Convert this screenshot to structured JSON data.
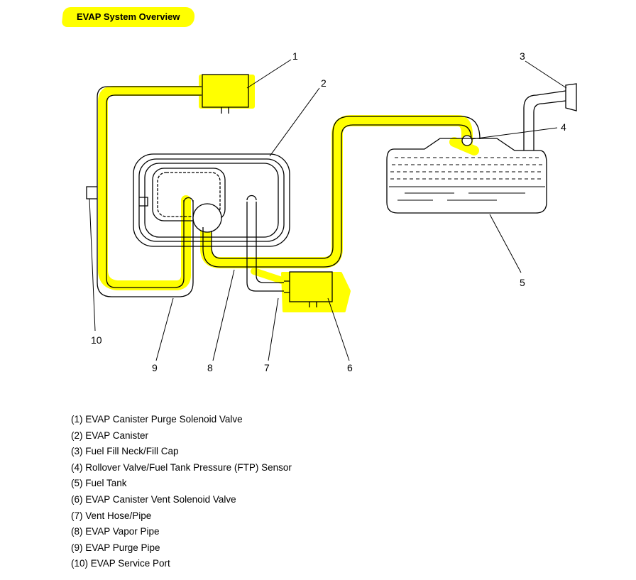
{
  "title": "EVAP System Overview",
  "colors": {
    "highlight": "#ffff00",
    "line": "#000000",
    "background": "#ffffff"
  },
  "callouts": [
    "1",
    "2",
    "3",
    "4",
    "5",
    "6",
    "7",
    "8",
    "9",
    "10"
  ],
  "legend": [
    "(1) EVAP Canister Purge Solenoid Valve",
    "(2) EVAP Canister",
    "(3) Fuel Fill Neck/Fill Cap",
    "(4) Rollover Valve/Fuel Tank Pressure (FTP) Sensor",
    "(5) Fuel Tank",
    "(6) EVAP Canister Vent Solenoid Valve",
    "(7) Vent Hose/Pipe",
    "(8) EVAP Vapor Pipe",
    "(9) EVAP Purge Pipe",
    "(10) EVAP Service Port"
  ]
}
